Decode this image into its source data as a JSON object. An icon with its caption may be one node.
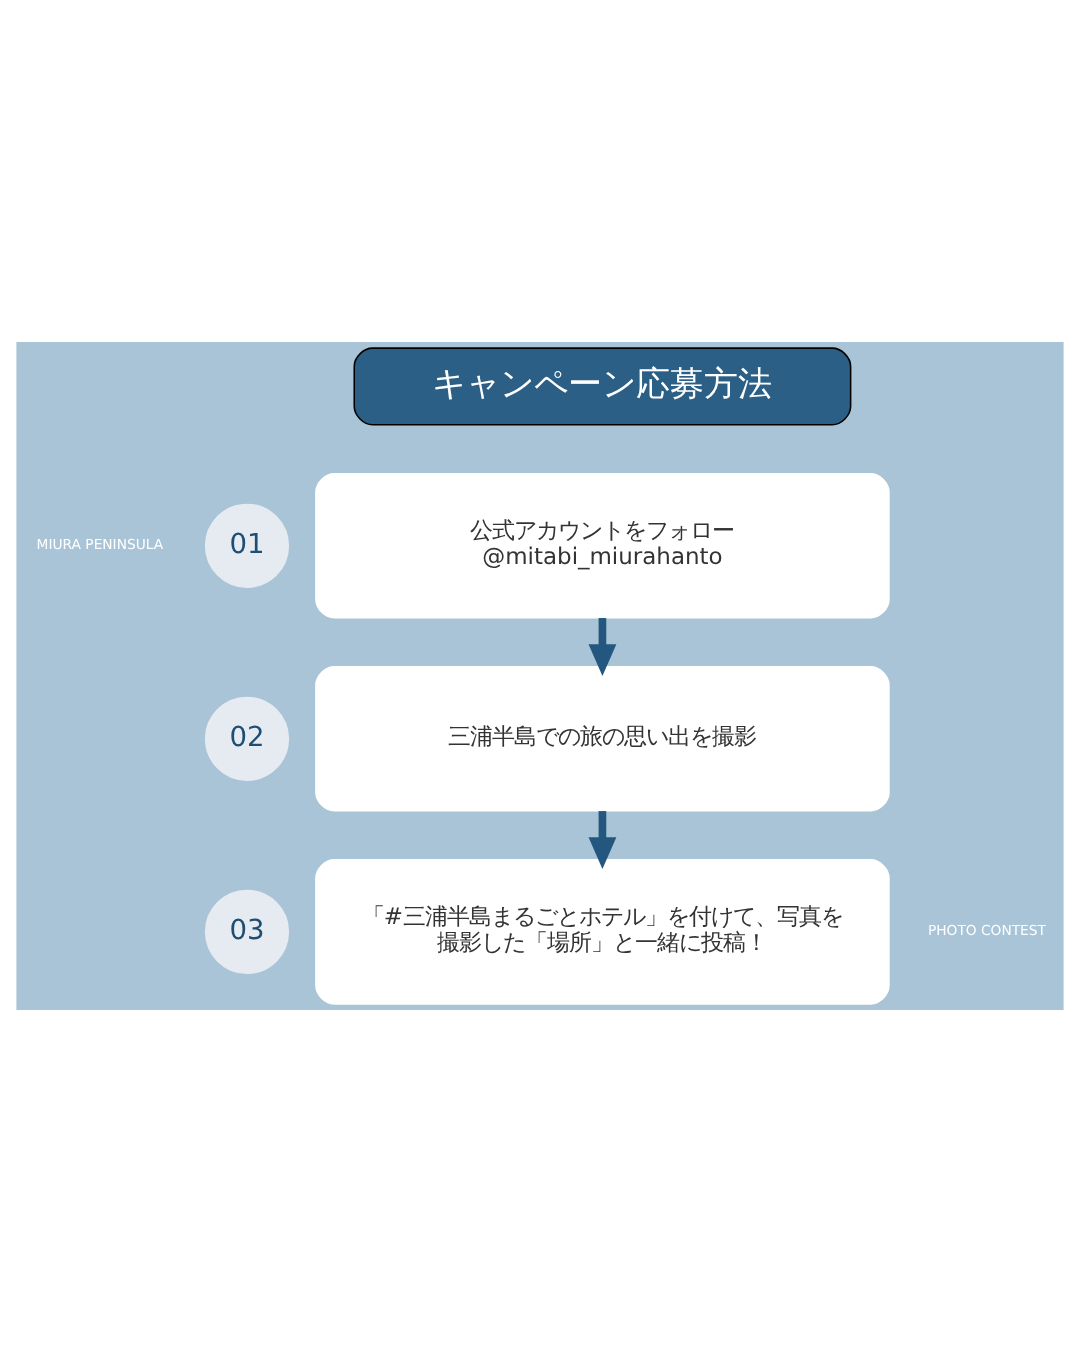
{
  "diagram": {
    "nodes": [
      {
        "text": [
          "キャンペーン応募方法"
        ]
      },
      {
        "text": [
          "01"
        ]
      },
      {
        "text": [
          "公式アカウントをフォロー @mitabi_miurahanto"
        ]
      },
      {
        "text": [
          "02"
        ]
      },
      {
        "text": [
          "三浦半島での旅の思い出を撮影"
        ]
      },
      {
        "text": [
          "03"
        ]
      },
      {
        "text": [
          "「#三浦半島まるごとホテル」を付けて、写真を撮影した「場所」と一緒に投稿！"
        ]
      }
    ],
    "edges": [
      {
        "from": 2,
        "to": 4,
        "arrow": "to"
      },
      {
        "from": 4,
        "to": 6,
        "arrow": "to"
      }
    ],
    "labels": [
      "MIURA PENINSULA",
      "PHOTO CONTEST"
    ]
  }
}
